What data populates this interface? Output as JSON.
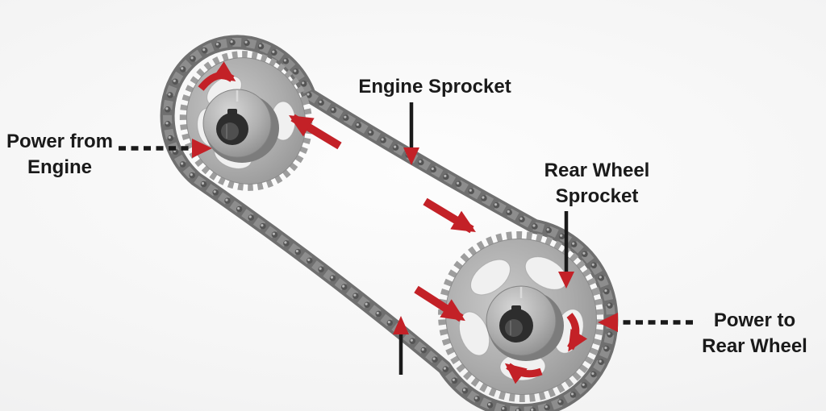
{
  "labels": {
    "engine_sprocket": "Engine Sprocket",
    "rear_wheel_sprocket": "Rear Wheel\nSprocket",
    "power_from_engine": "Power from\nEngine",
    "power_to_rear_wheel": "Power to\nRear Wheel"
  },
  "icons": {
    "rotation_arrow": "curved-red-arrow-clockwise",
    "chain_direction_arrow": "straight-red-arrow",
    "label_pointer": "black-line-with-red-arrowhead",
    "dashed_pointer": "black-dashed-line-with-red-arrowhead"
  },
  "colors": {
    "background": "#f4f4f4",
    "text": "#1a1a1a",
    "arrow_red": "#c32127",
    "pointer_black": "#1a1a1a",
    "chain_gray": "#6f6f6f",
    "sprocket_gray": "#a3a3a3"
  }
}
